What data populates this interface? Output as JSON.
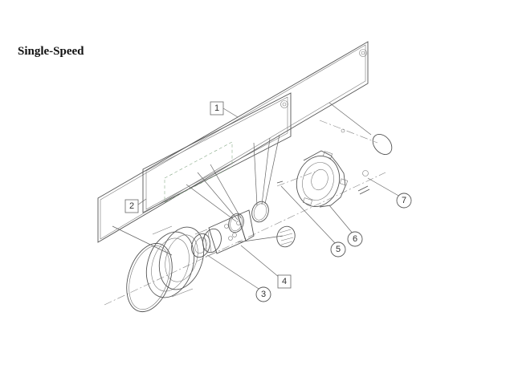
{
  "title": "Single-Speed",
  "callouts": [
    {
      "label": "1",
      "shape": "box"
    },
    {
      "label": "2",
      "shape": "box"
    },
    {
      "label": "3",
      "shape": "circle"
    },
    {
      "label": "4",
      "shape": "box"
    },
    {
      "label": "5",
      "shape": "circle"
    },
    {
      "label": "6",
      "shape": "circle"
    },
    {
      "label": "7",
      "shape": "circle"
    }
  ]
}
